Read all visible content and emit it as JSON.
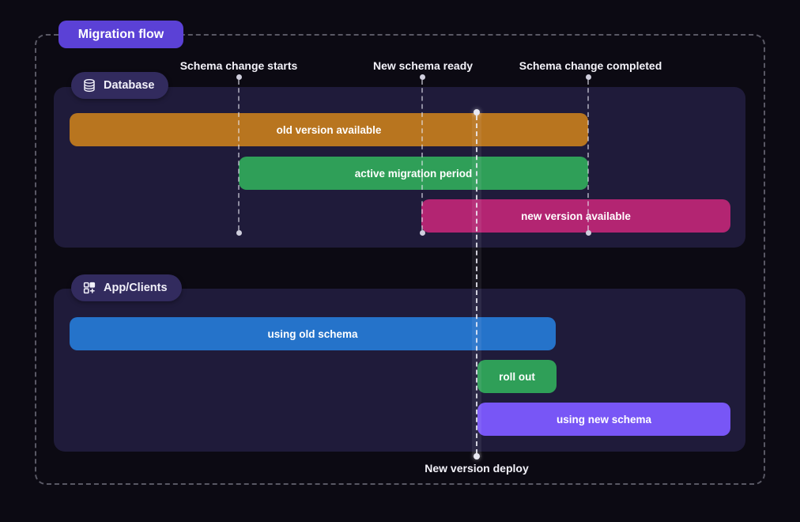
{
  "title_badge": {
    "label": "Migration flow",
    "bg": "#5b41d6"
  },
  "milestones": [
    {
      "label": "Schema change starts"
    },
    {
      "label": "New schema ready"
    },
    {
      "label": "Schema change completed"
    }
  ],
  "deploy": {
    "label": "New version deploy"
  },
  "sections": [
    {
      "label": "Database",
      "icon": "database-icon",
      "bars": [
        {
          "label": "old version available",
          "color": "#b8751f"
        },
        {
          "label": "active migration period",
          "color": "#2f9f58"
        },
        {
          "label": "new version available",
          "color": "#b32572"
        }
      ]
    },
    {
      "label": "App/Clients",
      "icon": "apps-plus-icon",
      "bars": [
        {
          "label": "using old schema",
          "color": "#2573ca"
        },
        {
          "label": "roll out",
          "color": "#2f9f58"
        },
        {
          "label": "using new schema",
          "color": "#7856f6"
        }
      ]
    }
  ],
  "colors": {
    "background": "#0c0a13",
    "panel": "#1f1b3a",
    "badge_pill": "#322b5e",
    "frame_dash": "#9a99a8"
  }
}
